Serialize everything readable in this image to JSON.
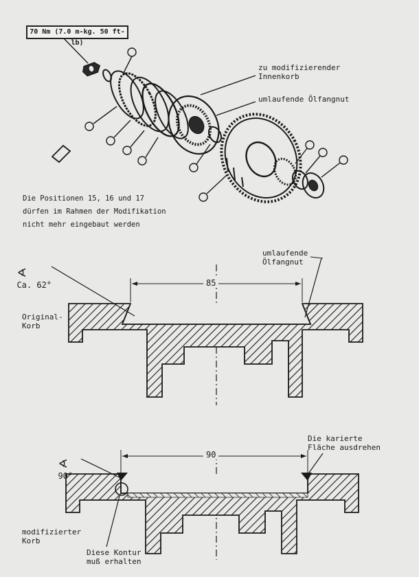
{
  "exploded_view": {
    "torque_label": "70 Nm (7.0 m-kg. 50 ft-lb)",
    "label_inner_basket": "zu modifizierender\nInnenkorb",
    "label_oil_groove": "umlaufende Ölfangnut",
    "note_lines": [
      "Die Positionen 15, 16 und 17",
      "dürfen im Rahmen der Modifikation",
      "nicht mehr eingebaut werden"
    ]
  },
  "original_section": {
    "angle_symbol": "∢",
    "angle_label": "Ca. 62°",
    "dimension": "85",
    "label_groove": "umlaufende\nÖlfangnut",
    "label_part": "Original-\nKorb"
  },
  "modified_section": {
    "angle_symbol": "∢",
    "angle_label": "90°",
    "dimension": "90",
    "label_turn": "Die karierte\nFläche ausdrehen",
    "label_part": "modifizierter\nKorb",
    "label_contour": "Diese Kontur\nmuß erhalten"
  },
  "colors": {
    "ink": "#1a1a1a",
    "paper": "#e9e9e7"
  }
}
